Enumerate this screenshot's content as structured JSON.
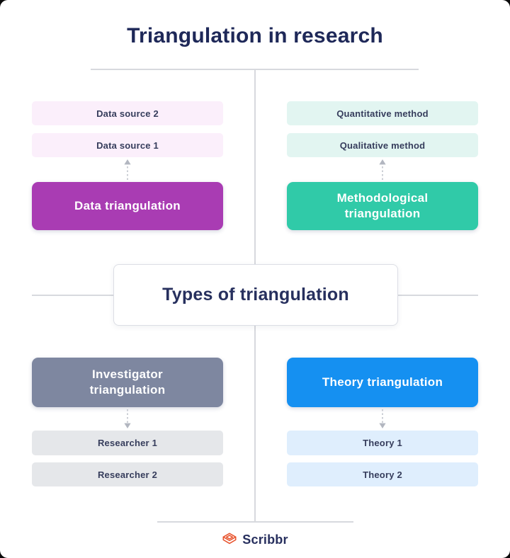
{
  "title": "Triangulation in research",
  "center_box": {
    "label": "Types of triangulation"
  },
  "footer": {
    "brand": "Scribbr",
    "logo_color": "#e8542e"
  },
  "colors": {
    "title_text": "#1e2858",
    "divider_line": "#d7d9de",
    "arrow": "#b2b6c0",
    "item_text": "#363d5c"
  },
  "quadrants": [
    {
      "name": "data-triangulation",
      "position": "top-left",
      "arrow_direction": "up",
      "main": {
        "label": "Data triangulation",
        "bg": "#a93cb3"
      },
      "items": [
        {
          "label": "Data source 2",
          "bg": "#fbeffb"
        },
        {
          "label": "Data source 1",
          "bg": "#fbeffb"
        }
      ]
    },
    {
      "name": "methodological-triangulation",
      "position": "top-right",
      "arrow_direction": "up",
      "main": {
        "label": "Methodological triangulation",
        "bg": "#30caa8"
      },
      "items": [
        {
          "label": "Quantitative method",
          "bg": "#e2f5f1"
        },
        {
          "label": "Qualitative method",
          "bg": "#e2f5f1"
        }
      ]
    },
    {
      "name": "investigator-triangulation",
      "position": "bottom-left",
      "arrow_direction": "down",
      "main": {
        "label": "Investigator triangulation",
        "bg": "#7e87a0"
      },
      "items": [
        {
          "label": "Researcher 1",
          "bg": "#e5e7ea"
        },
        {
          "label": "Researcher 2",
          "bg": "#e5e7ea"
        }
      ]
    },
    {
      "name": "theory-triangulation",
      "position": "bottom-right",
      "arrow_direction": "down",
      "main": {
        "label": "Theory triangulation",
        "bg": "#1590f1"
      },
      "items": [
        {
          "label": "Theory 1",
          "bg": "#dfeefd"
        },
        {
          "label": "Theory 2",
          "bg": "#dfeefd"
        }
      ]
    }
  ]
}
